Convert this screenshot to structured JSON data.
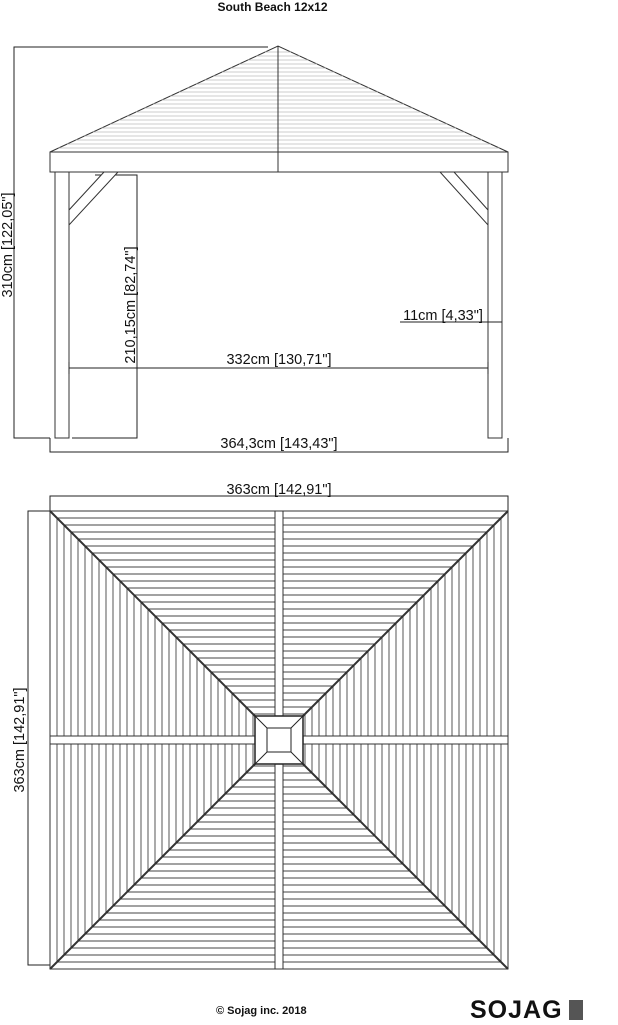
{
  "title": "South Beach 12x12",
  "elevation": {
    "height_total": "310cm [122,05\"]",
    "height_opening": "210,15cm [82,74\"]",
    "post_size": "11cm [4,33\"]",
    "inner_width": "332cm [130,71\"]",
    "base_width": "364,3cm [143,43\"]"
  },
  "plan": {
    "width": "363cm [142,91\"]",
    "depth": "363cm [142,91\"]"
  },
  "footer": {
    "copyright": "© Sojag inc. 2018",
    "brand": "SOJAG"
  }
}
